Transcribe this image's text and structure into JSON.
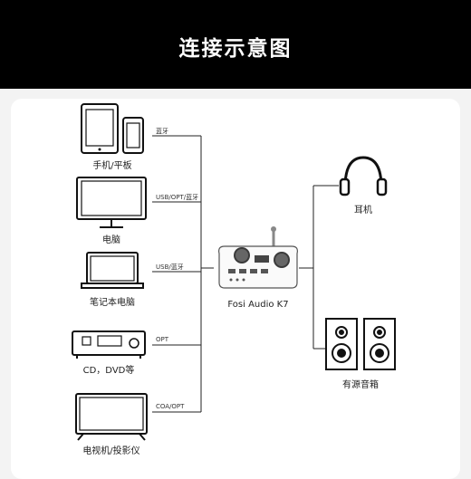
{
  "header": {
    "title": "连接示意图"
  },
  "devices": [
    {
      "label": "手机/平板",
      "connection": "蓝牙"
    },
    {
      "label": "电脑",
      "connection": "USB/OPT/蓝牙"
    },
    {
      "label": "笔记本电脑",
      "connection": "USB/蓝牙"
    },
    {
      "label": "CD，DVD等",
      "connection": "OPT"
    },
    {
      "label": "电视机/投影仪",
      "connection": "COA/OPT"
    }
  ],
  "hub": {
    "label": "Fosi Audio K7"
  },
  "outputs": [
    {
      "label": "耳机"
    },
    {
      "label": "有源音箱"
    }
  ]
}
